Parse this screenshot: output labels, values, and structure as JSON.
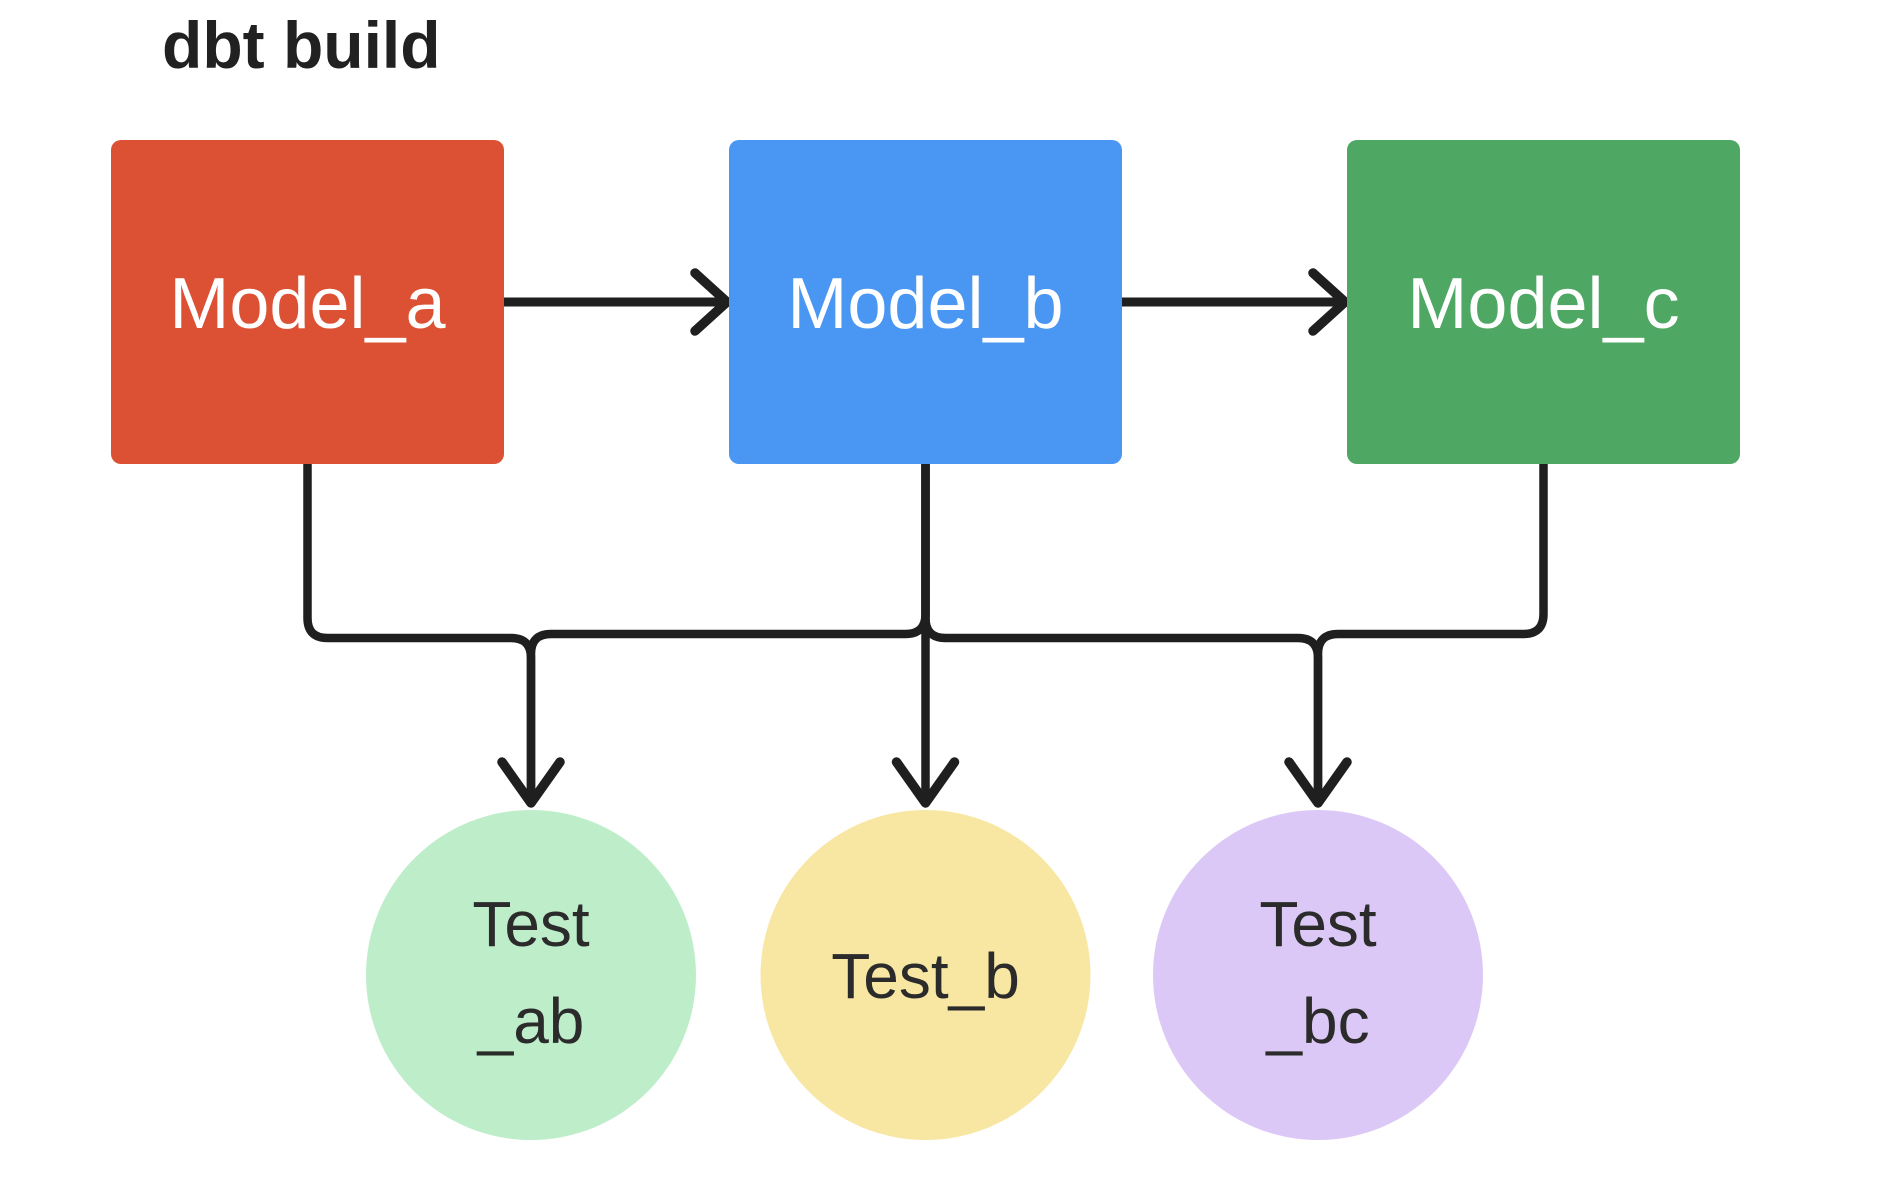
{
  "title": "dbt build",
  "colors": {
    "background": "#FFFFFF",
    "line": "#1F1F1F",
    "title_text": "#212121",
    "model_text": "#FFFFFF",
    "test_text": "#2B2B2B"
  },
  "nodes": {
    "model_a": {
      "label": "Model_a",
      "type": "model",
      "fill": "#DC5033"
    },
    "model_b": {
      "label": "Model_b",
      "type": "model",
      "fill": "#4A96F3"
    },
    "model_c": {
      "label": "Model_c",
      "type": "model",
      "fill": "#4FA764"
    },
    "test_ab": {
      "line1": "Test",
      "line2": "_ab",
      "type": "test",
      "fill": "#BEEDCA"
    },
    "test_b": {
      "label": "Test_b",
      "type": "test",
      "fill": "#F8E7A3"
    },
    "test_bc": {
      "line1": "Test",
      "line2": "_bc",
      "type": "test",
      "fill": "#DCC8F6"
    }
  },
  "edges": {
    "model_flow": [
      {
        "from": "Model_a",
        "to": "Model_b"
      },
      {
        "from": "Model_b",
        "to": "Model_c"
      }
    ],
    "test_links": [
      {
        "from": "Model_a",
        "to": "Test_ab"
      },
      {
        "from": "Model_b",
        "to": "Test_ab"
      },
      {
        "from": "Model_b",
        "to": "Test_b"
      },
      {
        "from": "Model_b",
        "to": "Test_bc"
      },
      {
        "from": "Model_c",
        "to": "Test_bc"
      }
    ]
  }
}
